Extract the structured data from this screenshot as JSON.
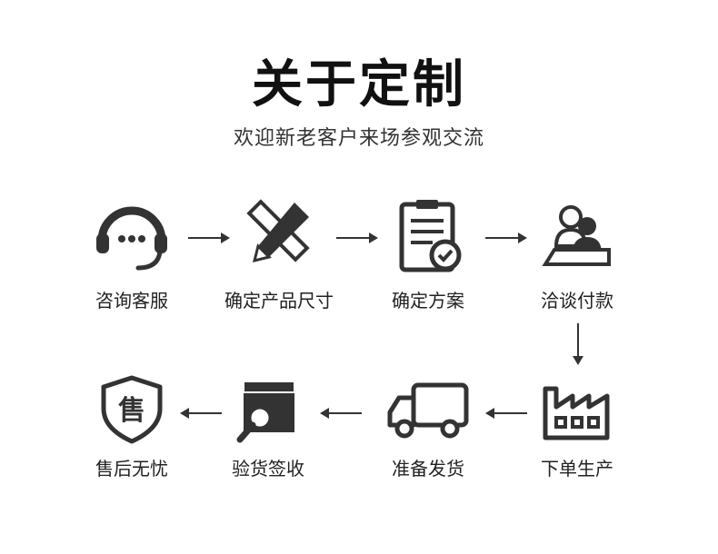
{
  "header": {
    "title": "关于定制",
    "subtitle": "欢迎新老客户来场参观交流"
  },
  "steps": [
    {
      "label": "咨询客服",
      "icon": "headset-icon"
    },
    {
      "label": "确定产品尺寸",
      "icon": "ruler-pencil-icon"
    },
    {
      "label": "确定方案",
      "icon": "clipboard-check-icon"
    },
    {
      "label": "洽谈付款",
      "icon": "users-meeting-icon"
    },
    {
      "label": "下单生产",
      "icon": "factory-icon"
    },
    {
      "label": "准备发货",
      "icon": "truck-icon"
    },
    {
      "label": "验货签收",
      "icon": "box-magnifier-icon"
    },
    {
      "label": "售后无忧",
      "icon": "shield-icon",
      "badge": "售"
    }
  ],
  "colors": {
    "icon": "#333333",
    "text": "#222222"
  }
}
